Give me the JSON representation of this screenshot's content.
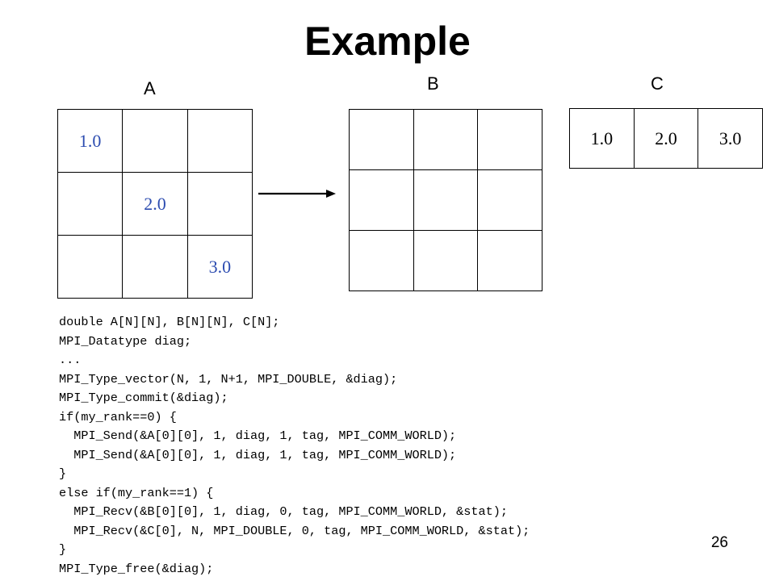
{
  "title": "Example",
  "matrices": {
    "a": {
      "label": "A",
      "cells": [
        [
          "1.0",
          "",
          ""
        ],
        [
          "",
          "2.0",
          ""
        ],
        [
          "",
          "",
          "3.0"
        ]
      ]
    },
    "b": {
      "label": "B",
      "cells": [
        [
          "",
          "",
          ""
        ],
        [
          "",
          "",
          ""
        ],
        [
          "",
          "",
          ""
        ]
      ]
    },
    "c": {
      "label": "C",
      "cells": [
        [
          "1.0",
          "2.0",
          "3.0"
        ]
      ]
    }
  },
  "code": [
    "double A[N][N], B[N][N], C[N];",
    "MPI_Datatype diag;",
    "...",
    "MPI_Type_vector(N, 1, N+1, MPI_DOUBLE, &diag);",
    "MPI_Type_commit(&diag);",
    "if(my_rank==0) {",
    "  MPI_Send(&A[0][0], 1, diag, 1, tag, MPI_COMM_WORLD);",
    "  MPI_Send(&A[0][0], 1, diag, 1, tag, MPI_COMM_WORLD);",
    "}",
    "else if(my_rank==1) {",
    "  MPI_Recv(&B[0][0], 1, diag, 0, tag, MPI_COMM_WORLD, &stat);",
    "  MPI_Recv(&C[0], N, MPI_DOUBLE, 0, tag, MPI_COMM_WORLD, &stat);",
    "}",
    "MPI_Type_free(&diag);"
  ],
  "page_number": "26",
  "colors": {
    "diagonal_text": "#2c4cb0",
    "text": "#000000"
  }
}
